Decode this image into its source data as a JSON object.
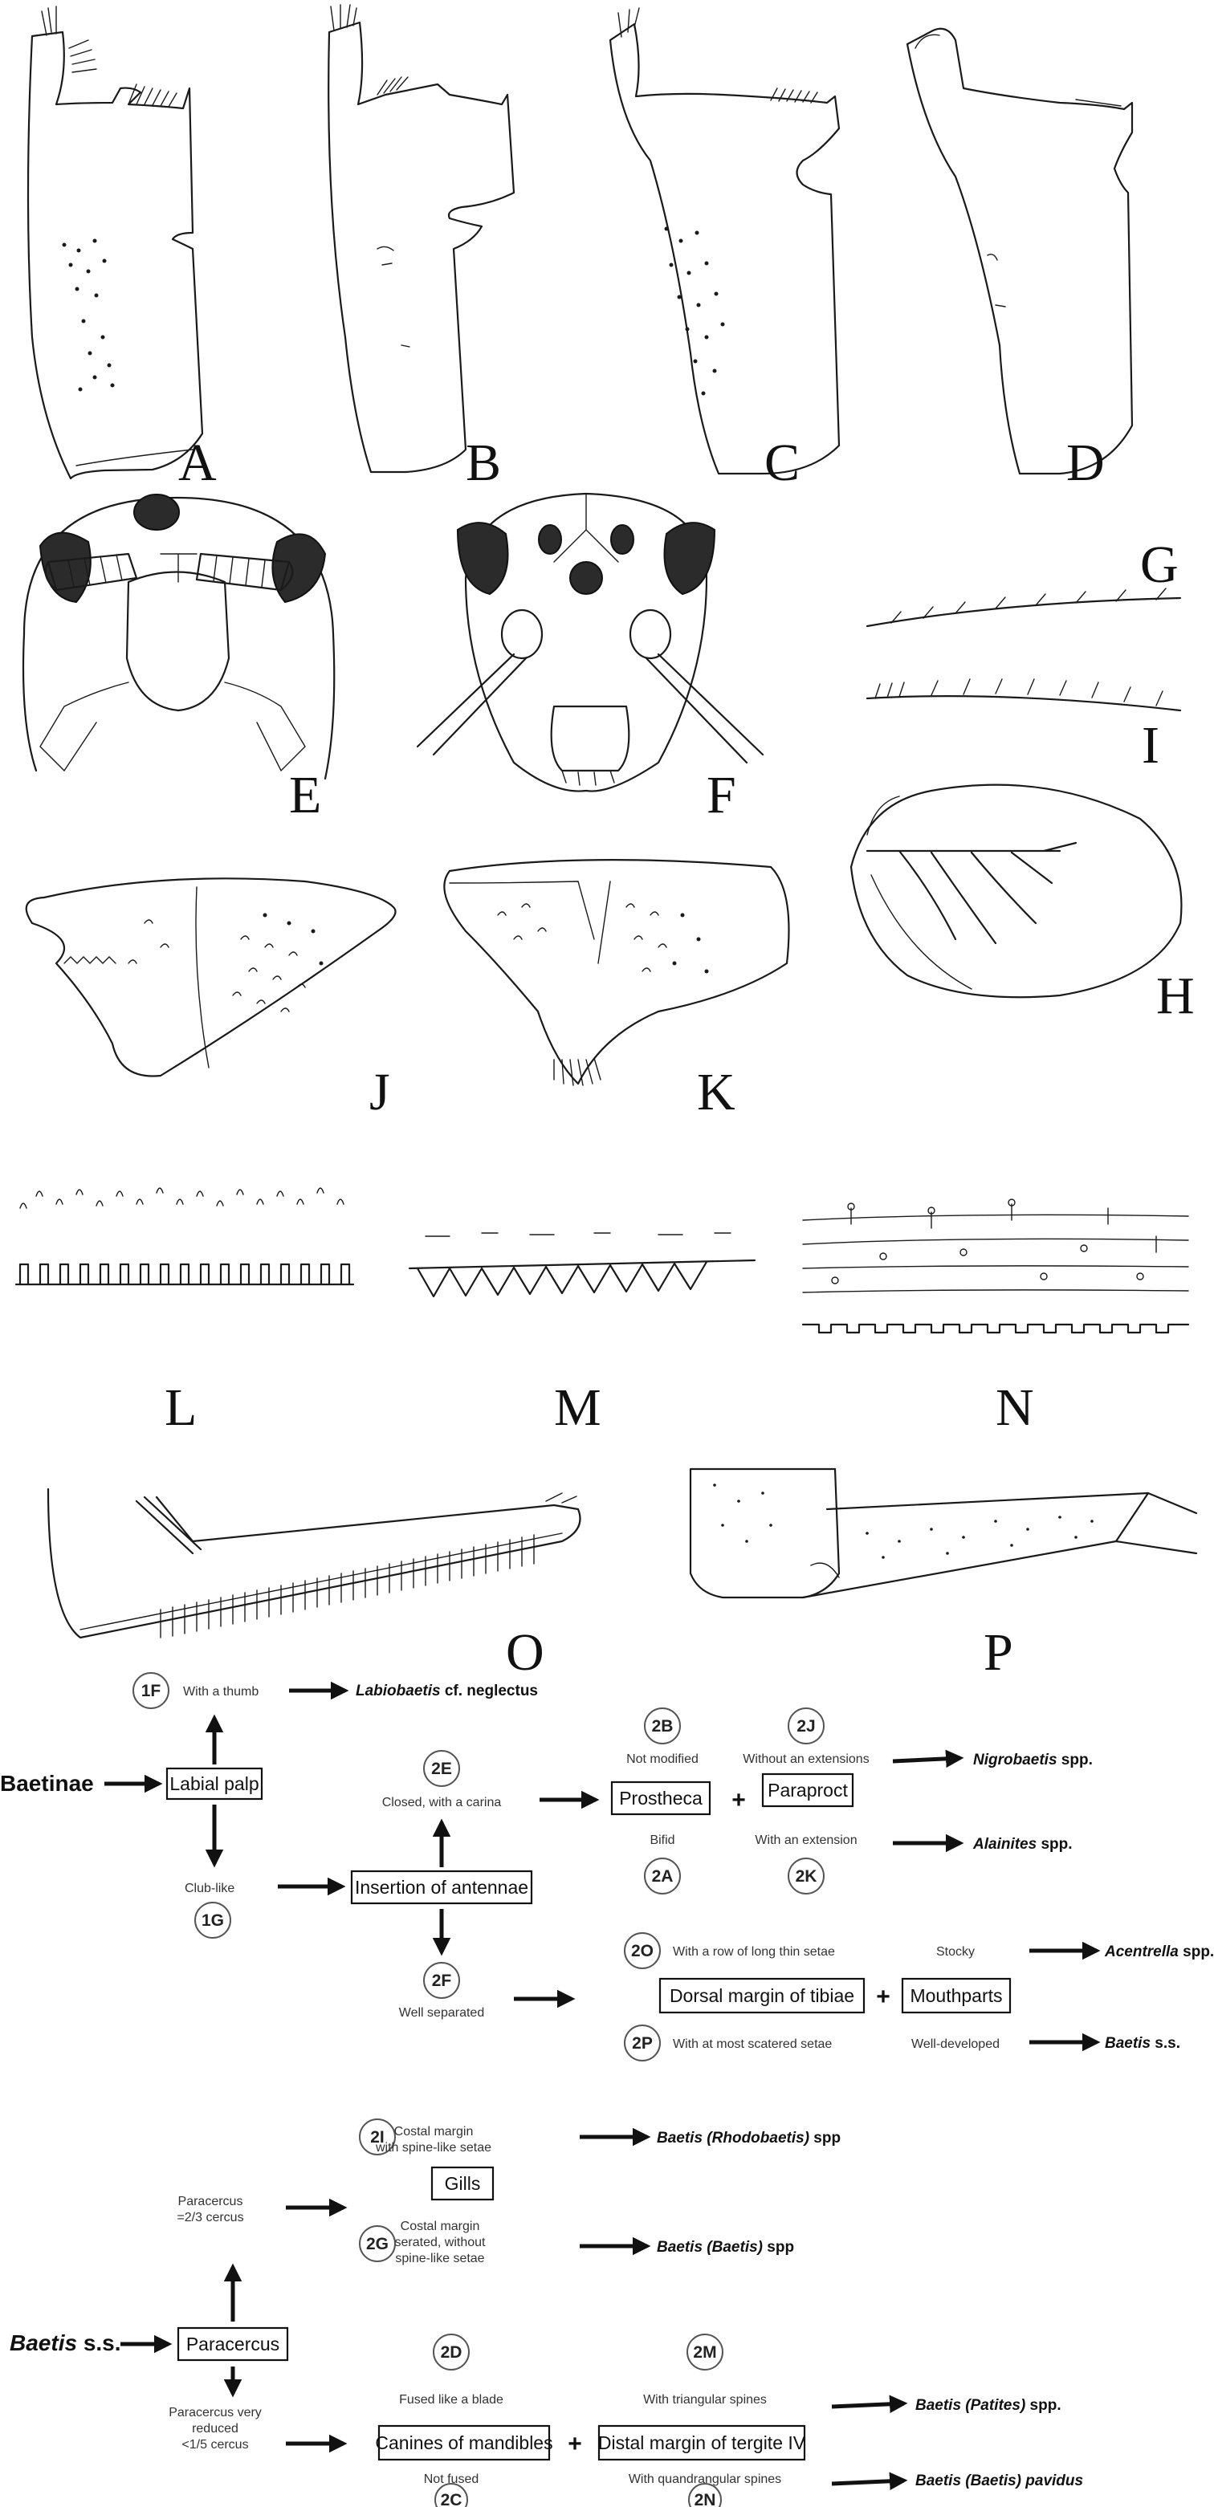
{
  "plates": [
    "A",
    "B",
    "C",
    "D",
    "E",
    "F",
    "G",
    "I",
    "H",
    "J",
    "K",
    "L",
    "M",
    "N",
    "O",
    "P"
  ],
  "key1": {
    "root": "Baetinae",
    "labial_palp": "Labial palp",
    "node_1F": "1F",
    "with_thumb": "With a thumb",
    "labiobaetis_a": "Labiobaetis",
    "labiobaetis_b": " cf. neglectus",
    "club_like": "Club-like",
    "node_1G": "1G",
    "insertion": "Insertion of antennae",
    "node_2E": "2E",
    "closed": "Closed, with a carina",
    "node_2F": "2F",
    "well_separated": "Well separated",
    "node_2B": "2B",
    "not_modified": "Not modified",
    "prostheca": "Prostheca",
    "bifid": "Bifid",
    "node_2A": "2A",
    "plus": "+",
    "node_2J": "2J",
    "without_ext": "Without an extensions",
    "paraproct": "Paraproct",
    "with_ext": "With an extension",
    "node_2K": "2K",
    "nigrobaetis": "Nigrobaetis",
    "alainites": "Alainites",
    "spp": " spp.",
    "node_2O": "2O",
    "row_setae": "With a row of long thin setae",
    "dorsal_margin": "Dorsal margin of tibiae",
    "node_2P": "2P",
    "scattered": "With at most scatered setae",
    "stocky": "Stocky",
    "mouthparts": "Mouthparts",
    "well_developed": "Well-developed",
    "acentrella": "Acentrella",
    "baetis_ss_a": "Baetis",
    "baetis_ss_b": " s.s."
  },
  "key2": {
    "root_a": "Baetis",
    "root_b": " s.s.",
    "paracercus": "Paracercus",
    "para_23_a": "Paracercus",
    "para_23_b": "=2/3 cercus",
    "node_2I": "2I",
    "costal_spine_a": "Costal margin",
    "costal_spine_b": "with spine-like setae",
    "gills": "Gills",
    "node_2G": "2G",
    "costal_ser_a": "Costal margin",
    "costal_ser_b": "serated, without",
    "costal_ser_c": "spine-like setae",
    "rhodobaetis": "Baetis (Rhodobaetis)",
    "baetis_baetis": "Baetis (Baetis)",
    "spp": " spp",
    "para_red_a": "Paracercus very",
    "para_red_b": "reduced",
    "para_red_c": "<1/5 cercus",
    "node_2D": "2D",
    "fused": "Fused like a blade",
    "canines": "Canines of mandibles",
    "not_fused": "Not fused",
    "node_2C": "2C",
    "plus": "+",
    "node_2M": "2M",
    "triangular": "With triangular spines",
    "distal": "Distal margin of tergite IV",
    "quandrangular": "With quandrangular spines",
    "node_2N": "2N",
    "patites": "Baetis (Patites)",
    "spp_dot": " spp.",
    "pavidus": "Baetis (Baetis) pavidus"
  },
  "colors": {
    "ink": "#111111",
    "circle_stroke": "#555555",
    "background": "#ffffff"
  }
}
